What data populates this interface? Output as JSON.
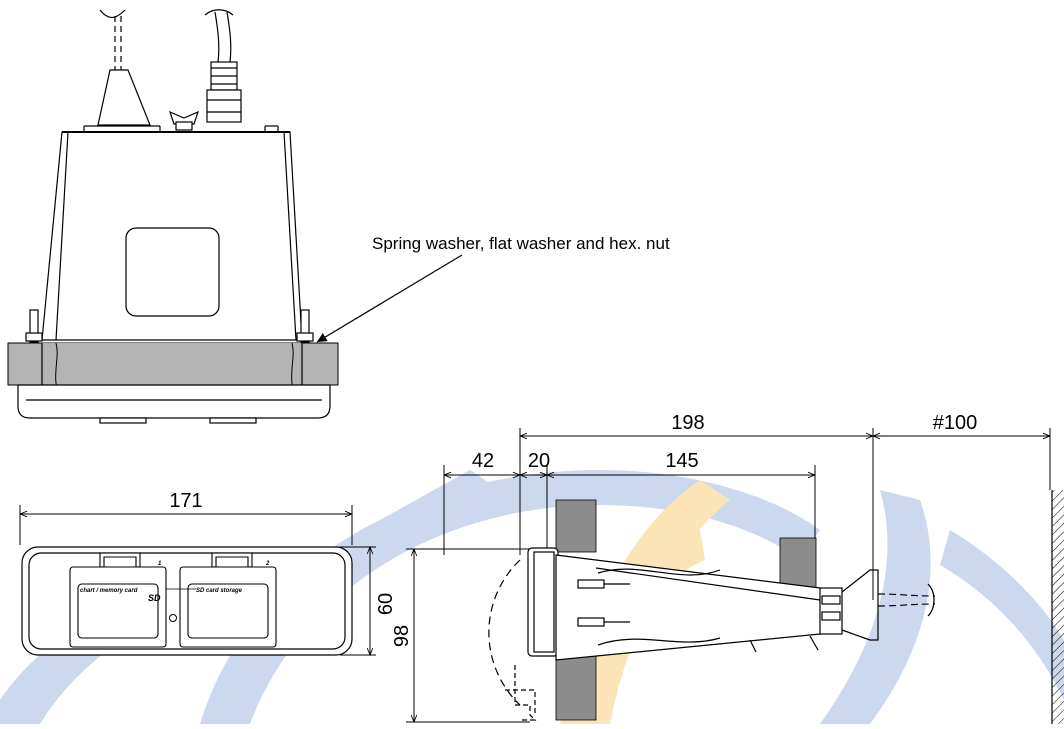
{
  "callout": {
    "text": "Spring washer, flat washer and hex. nut"
  },
  "dimensions": {
    "front_width": "171",
    "front_height": "60",
    "side_overall": "198",
    "cable_clearance": "#100",
    "rear_depth": "42",
    "flange": "20",
    "body_length": "145",
    "side_height": "98"
  },
  "card_slots": {
    "slot1_number": "1",
    "slot2_number": "2",
    "slot1_label": "chart / memory card",
    "slot2_label": "SD card storage",
    "sd_mark": "SD"
  },
  "colors": {
    "panel": "#b4b4b4",
    "panel_dark": "#8c8c8c",
    "line": "#000000",
    "watermark_blue": "#c7d4ec",
    "watermark_orange": "#fbe3b0"
  }
}
